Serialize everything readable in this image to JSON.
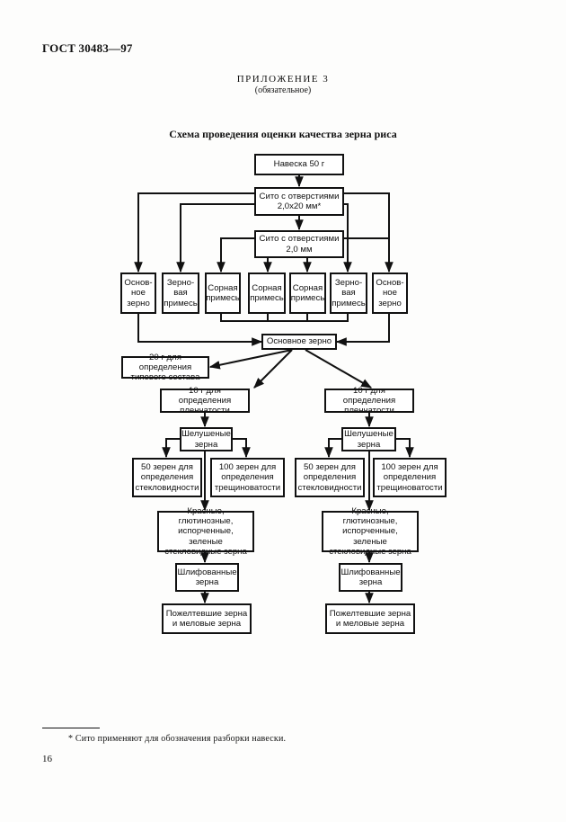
{
  "header": {
    "doc_code": "ГОСТ 30483—97"
  },
  "annex": {
    "title": "ПРИЛОЖЕНИЕ 3",
    "subtitle": "(обязательное)"
  },
  "scheme": {
    "title": "Схема проведения оценки качества зерна риса",
    "boxes": {
      "sample": "Навеска 50 г",
      "sieve1": "Сито с отверстиями\n2,0х20 мм*",
      "sieve2": "Сито с отверстиями\n2,0 мм",
      "main_left": "Основ-\nное\nзерно",
      "grain_imp_left": "Зерно-\nвая\nпримесь",
      "weed_1": "Сорная\nпримесь",
      "weed_2": "Сорная\nпримесь",
      "weed_3": "Сорная\nпримесь",
      "grain_imp_right": "Зерно-\nвая\nпримесь",
      "main_right": "Основ-\nное\nзерно",
      "main_grain": "Основное зерно",
      "type_20g": "20 г для определения\nтипового состава",
      "film_10g_left": "10 г для определения\nпленчатости",
      "film_10g_right": "10 г для определения\nпленчатости",
      "husked_left": "Шелушеные\nзерна",
      "husked_right": "Шелушеные\nзерна",
      "vitreous_left": "50 зерен для\nопределения\nстекловидности",
      "crack_left": "100 зерен для\nопределения\nтрещиноватости",
      "vitreous_right": "50 зерен для\nопределения\nстекловидности",
      "crack_right": "100 зерен для\nопределения\nтрещиноватости",
      "red_left": "Красные, глютинозные,\nиспорченные, зеленые\nстекловидные зерна",
      "red_right": "Красные, глютинозные,\nиспорченные, зеленые\nстекловидные зерна",
      "polished_left": "Шлифованные\nзерна",
      "polished_right": "Шлифованные\nзерна",
      "yellow_left": "Пожелтевшие зерна\nи меловые зерна",
      "yellow_right": "Пожелтевшие зерна\nи меловые зерна"
    }
  },
  "footnote": "* Сито применяют для обозначения разборки навески.",
  "page_number": "16"
}
